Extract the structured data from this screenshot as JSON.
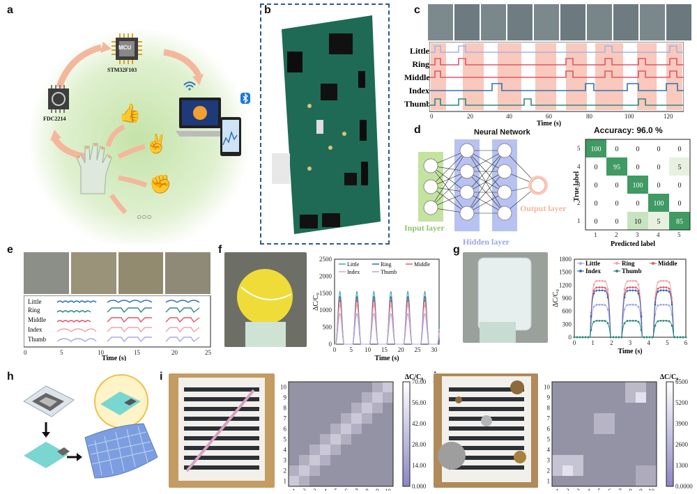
{
  "panel_labels": {
    "a": "a",
    "b": "b",
    "c": "c",
    "d": "d",
    "e": "e",
    "f": "f",
    "g": "g",
    "h": "h",
    "i": "i",
    "j": "j"
  },
  "panel_a": {
    "mcu_chip": "MCU",
    "mcu_model": "STM32F103",
    "fdc_model": "FDC2214",
    "more": "○○○",
    "colors": {
      "background_glow": "#d7ecc4",
      "arrow": "#f4b79c",
      "chip": "#555555"
    }
  },
  "panel_c": {
    "fingers": [
      "Little",
      "Ring",
      "Middle",
      "Index",
      "Thumb"
    ],
    "xlabel": "Time (s)",
    "xticks": [
      "0",
      "20",
      "40",
      "60",
      "80",
      "100",
      "120"
    ],
    "colors": {
      "little": "#a4b3e8",
      "ring": "#e0556a",
      "middle": "#e0556a",
      "index": "#2f73b5",
      "thumb": "#2a8a7c",
      "band": "#f8c9bc"
    }
  },
  "panel_d": {
    "nn_title": "Neural Network",
    "input_layer": "Input layer",
    "hidden_layer": "Hidden layer",
    "output_layer": "Output layer",
    "accuracy": "Accuracy: 96.0 %",
    "ylabel": "True label",
    "xlabel": "Predicted label",
    "ticks": [
      "1",
      "2",
      "3",
      "4",
      "5"
    ],
    "yticks": [
      "5",
      "4",
      "3",
      "2",
      "1"
    ],
    "matrix": [
      [
        "100",
        "0",
        "0",
        "0",
        "0"
      ],
      [
        "0",
        "95",
        "0",
        "0",
        "5"
      ],
      [
        "0",
        "0",
        "100",
        "0",
        "0"
      ],
      [
        "0",
        "0",
        "0",
        "100",
        "0"
      ],
      [
        "0",
        "0",
        "10",
        "5",
        "85"
      ]
    ],
    "colors": {
      "high": "#3f9a63",
      "mid": "#c7e3c0",
      "low": "#e8f1e0",
      "zero": "#ffffff"
    }
  },
  "panel_e": {
    "fingers": [
      "Little",
      "Ring",
      "Middle",
      "Index",
      "Thumb"
    ],
    "xlabel": "Time (s)",
    "xticks": [
      "0",
      "5",
      "10",
      "15",
      "20",
      "25"
    ]
  },
  "panel_f": {
    "ylabel": "ΔC/C₀",
    "xlabel": "Time (s)",
    "yticks": [
      "0",
      "500",
      "1000",
      "1500",
      "2000",
      "2500"
    ],
    "xticks": [
      "0",
      "5",
      "10",
      "15",
      "20",
      "25",
      "30"
    ],
    "legend": [
      "Little",
      "Ring",
      "Middle",
      "Index",
      "Thumb"
    ],
    "colors": [
      "#4aa3a0",
      "#2f6fb5",
      "#e05a6a",
      "#f2a0a8",
      "#a5a8e8"
    ]
  },
  "panel_g": {
    "ylabel": "ΔC/C₀",
    "xlabel": "Time (s)",
    "yticks": [
      "0",
      "300",
      "600",
      "900",
      "1200",
      "1500",
      "1800"
    ],
    "xticks": [
      "0",
      "1",
      "2",
      "3",
      "4",
      "5",
      "6"
    ],
    "legend": [
      "Little",
      "Ring",
      "Middle",
      "Index",
      "Thumb"
    ],
    "colors": [
      "#a5a8e8",
      "#f2a0a8",
      "#e05a6a",
      "#2f6fb5",
      "#2a8a7c"
    ]
  },
  "panel_i": {
    "title": "ΔC/C₀",
    "colorbar_ticks": [
      "70.00",
      "56.00",
      "42.00",
      "28.00",
      "14.00",
      "0.000"
    ],
    "ticks": [
      "1",
      "2",
      "3",
      "4",
      "5",
      "6",
      "7",
      "8",
      "9",
      "10"
    ],
    "yticks": [
      "10",
      "9",
      "8",
      "7",
      "6",
      "5",
      "4",
      "3",
      "2",
      "1"
    ]
  },
  "panel_j": {
    "title": "ΔC/C₀",
    "colorbar_ticks": [
      "6500",
      "5200",
      "3900",
      "2600",
      "1300",
      "0.0000"
    ],
    "ticks": [
      "1",
      "2",
      "3",
      "4",
      "5",
      "6",
      "7",
      "8",
      "9",
      "10"
    ],
    "yticks": [
      "10",
      "9",
      "8",
      "7",
      "6",
      "5",
      "4",
      "3",
      "2",
      "1"
    ]
  }
}
